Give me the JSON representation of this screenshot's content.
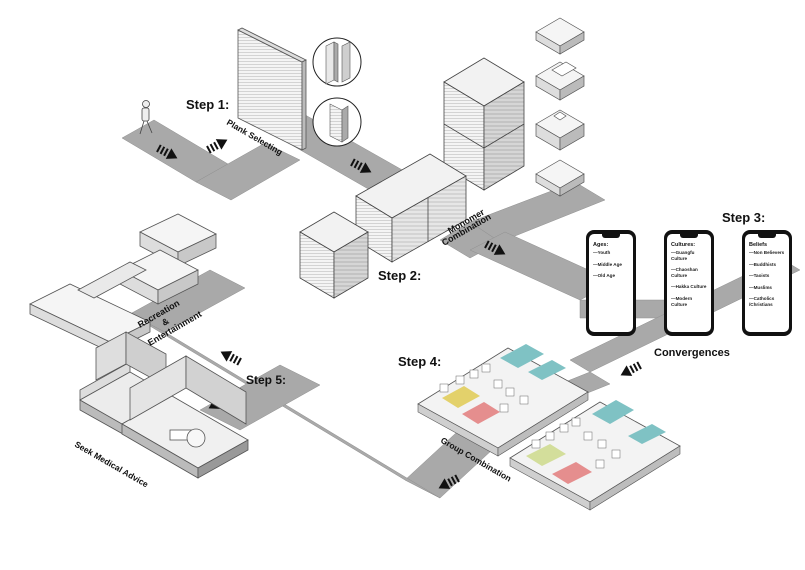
{
  "steps": {
    "step1": "Step 1:",
    "step2": "Step 2:",
    "step3": "Step 3:",
    "step4": "Step 4:",
    "step5": "Step 5:"
  },
  "labels": {
    "plank_selecting": "Plank Selecting",
    "monomer_line1": "Monomer",
    "monomer_line2": "Combination",
    "convergences": "Convergences",
    "group_combination": "Group Combination",
    "recreation_line1": "Recreation",
    "recreation_line2": "&",
    "recreation_line3": "Entertainment",
    "seek_medical": "Seek Medical Advice"
  },
  "phones": [
    {
      "title": "Ages:",
      "items": [
        "Youth",
        "Middle Age",
        "Old Age"
      ]
    },
    {
      "title": "Cultures:",
      "items": [
        "Guangfu Culture",
        "Chaoshan Culture",
        "Hakka Culture",
        "Modern Culture"
      ]
    },
    {
      "title": "Beliefs",
      "items": [
        "Non Believers",
        "Buddhists",
        "Taoists",
        "Muslims",
        "Catholics /Christians"
      ]
    }
  ],
  "colors": {
    "path": "#a9a9a9",
    "teal": "#7fc2c4",
    "yellow": "#e3d16b",
    "red": "#e58e8e",
    "lime": "#d3de9b",
    "arrow": "#111111"
  }
}
